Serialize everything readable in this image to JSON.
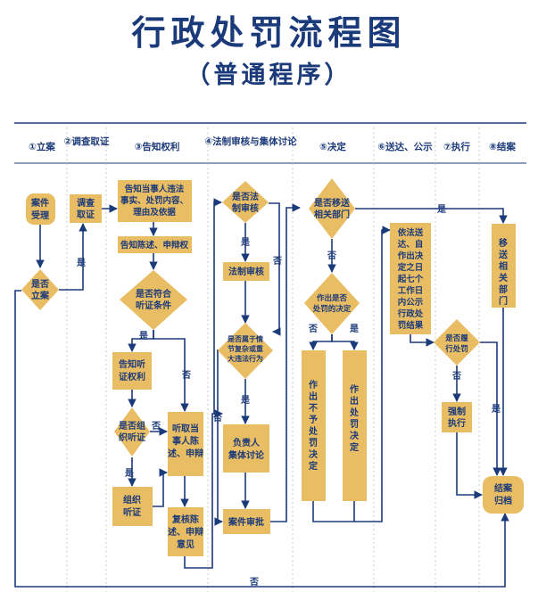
{
  "title": "行政处罚流程图",
  "subtitle": "（普通程序）",
  "stages": [
    "①立案",
    "②调查取证",
    "③告知权利",
    "④法制审核与集体讨论",
    "⑤决定",
    "⑥送达、公示",
    "⑦执行",
    "⑧结案"
  ],
  "nodes": {
    "case_accept": "案件受理",
    "is_file": "是否立案",
    "investigate": "调查取证",
    "notify_facts": "告知当事人违法事实、处罚内容、理由及依据",
    "notify_defense": "告知陈述、申辩权",
    "hearing_cond": "是否符合听证条件",
    "notify_hearing": "告知听证权利",
    "organize_hearing": "是否组织听证",
    "org_hearing": "组织听证",
    "listen": "听取当事人陈述、申辩",
    "review_opinion": "复核陈述、申辩意见",
    "need_legal": "是否法制审核",
    "legal_review": "法制审核",
    "complex_case": "是否属于情节复杂或重大违法行为",
    "collective": "负责人集体讨论",
    "approve": "案件审批",
    "transfer_q": "是否移送相关部门",
    "penalty_q": "作出是否处罚的决定",
    "no_penalty": "作出不予处罚决定",
    "penalty": "作出处罚决定",
    "deliver": "依法送达、自作出决定之日起七个工作日内公示行政处罚结果",
    "perform_q": "是否履行处罚",
    "enforce": "强制执行",
    "transfer": "移送相关部门",
    "close": "结案归档"
  },
  "labels": {
    "yes": "是",
    "no": "否"
  },
  "colors": {
    "title": "#1b3a7a",
    "box": "#e9bd63",
    "line": "#1b3a7a"
  }
}
